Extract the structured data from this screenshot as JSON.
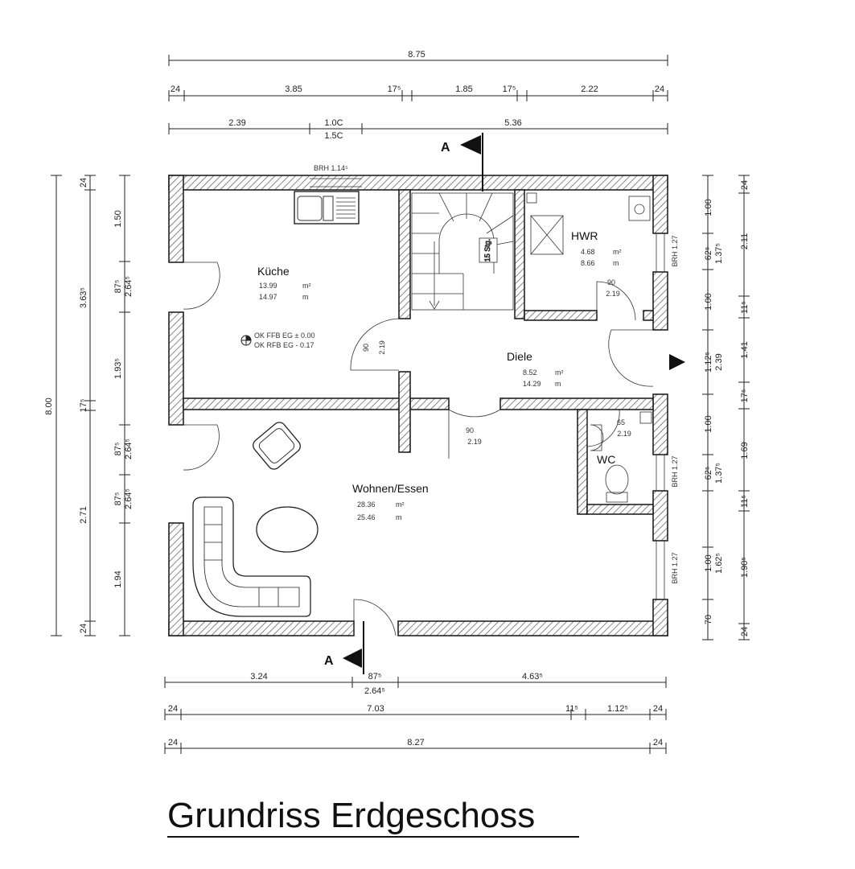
{
  "title": "Grundriss Erdgeschoss",
  "section_marker": "A",
  "dimensions": {
    "top_total": "8.75",
    "top_row2": [
      "24",
      "3.85",
      "17⁵",
      "1.85",
      "17⁵",
      "2.22",
      "24"
    ],
    "top_row3": [
      "2.39",
      "1.0C",
      "1.5C",
      "5.36"
    ],
    "bottom_row1": [
      "3.24",
      "87⁵",
      "2.64⁵",
      "4.63⁵"
    ],
    "bottom_row2": [
      "24",
      "7.03",
      "11⁵",
      "1.12⁵",
      "24"
    ],
    "bottom_row3": [
      "24",
      "8.27",
      "24"
    ],
    "left_total": "8.00",
    "left_row2": [
      "24",
      "3.63⁵",
      "17⁵",
      "2.71",
      "24"
    ],
    "left_row3": [
      "1.50",
      "87⁵",
      "2.64⁵",
      "1.93⁵",
      "87⁵",
      "2.64⁵",
      "87⁵",
      "2.64⁵",
      "1.94"
    ],
    "right_row1": [
      "1.00",
      "62⁵",
      "1.37⁵",
      "1.00",
      "1.12⁵",
      "2.39",
      "1.00",
      "62⁵",
      "1.37⁵",
      "1.00",
      "1.62⁵",
      "70"
    ],
    "right_row2": [
      "24",
      "2.11",
      "11⁵",
      "1.41",
      "17⁵",
      "1.69",
      "11⁵",
      "1.90⁵",
      "24"
    ]
  },
  "rooms": [
    {
      "name": "Küche",
      "area1": "13.99",
      "area2": "14.97",
      "unit1": "m²",
      "unit2": "m"
    },
    {
      "name": "HWR",
      "area1": "4.68",
      "area2": "8.66",
      "unit1": "m²",
      "unit2": "m"
    },
    {
      "name": "Diele",
      "area1": "8.52",
      "area2": "14.29",
      "unit1": "m²",
      "unit2": "m"
    },
    {
      "name": "Wohnen/Essen",
      "area1": "28.36",
      "area2": "25.46",
      "unit1": "m²",
      "unit2": "m"
    },
    {
      "name": "WC",
      "area1": "",
      "area2": "",
      "unit1": "",
      "unit2": ""
    }
  ],
  "door_labels": [
    {
      "w": "90",
      "h": "2.19"
    },
    {
      "w": "90",
      "h": "2.19"
    },
    {
      "w": "90",
      "h": "2.19"
    },
    {
      "w": "65",
      "h": "2.19"
    }
  ],
  "window_labels": [
    "BRH 1.14⁵",
    "BRH 1.27",
    "BRH 1.27",
    "BRH 1.27"
  ],
  "level_marks": [
    "OK FFB EG ± 0.00",
    "OK RFB EG - 0.17"
  ],
  "stair_label": "15 Stg.",
  "wc_label": "WC"
}
